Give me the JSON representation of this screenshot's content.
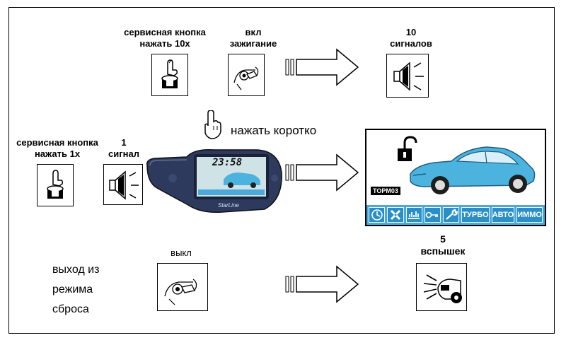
{
  "labels": {
    "service_10x": [
      "сервисная кнопка",
      "нажать 10х"
    ],
    "ignition_on": [
      "вкл",
      "зажигание"
    ],
    "signals_10": [
      "10",
      "сигналов"
    ],
    "press_short": "нажать  коротко",
    "service_1x": [
      "сервисная кнопка",
      "нажать 1х"
    ],
    "signal_1": [
      "1",
      "сигнал"
    ],
    "ignition_off": "выкл",
    "flashes_5": [
      "5",
      "вспышек"
    ],
    "exit_reset": [
      "выход  из",
      "режима",
      "сброса"
    ]
  },
  "remote": {
    "brand": "StarLine",
    "lcd_time": "23:58"
  },
  "screen": {
    "tag": "TOPM03",
    "icons": [
      "clock-icon",
      "fan-icon",
      "gauge-icon",
      "key-icon",
      "wrench-icon",
      "ТУРБО",
      "АВТО",
      "ИММО"
    ]
  },
  "colors": {
    "car": "#4cb3df",
    "iconbar": "#4aa9d9",
    "remote_body": "#2d3a5e",
    "lcd": "#cfe3e6"
  }
}
